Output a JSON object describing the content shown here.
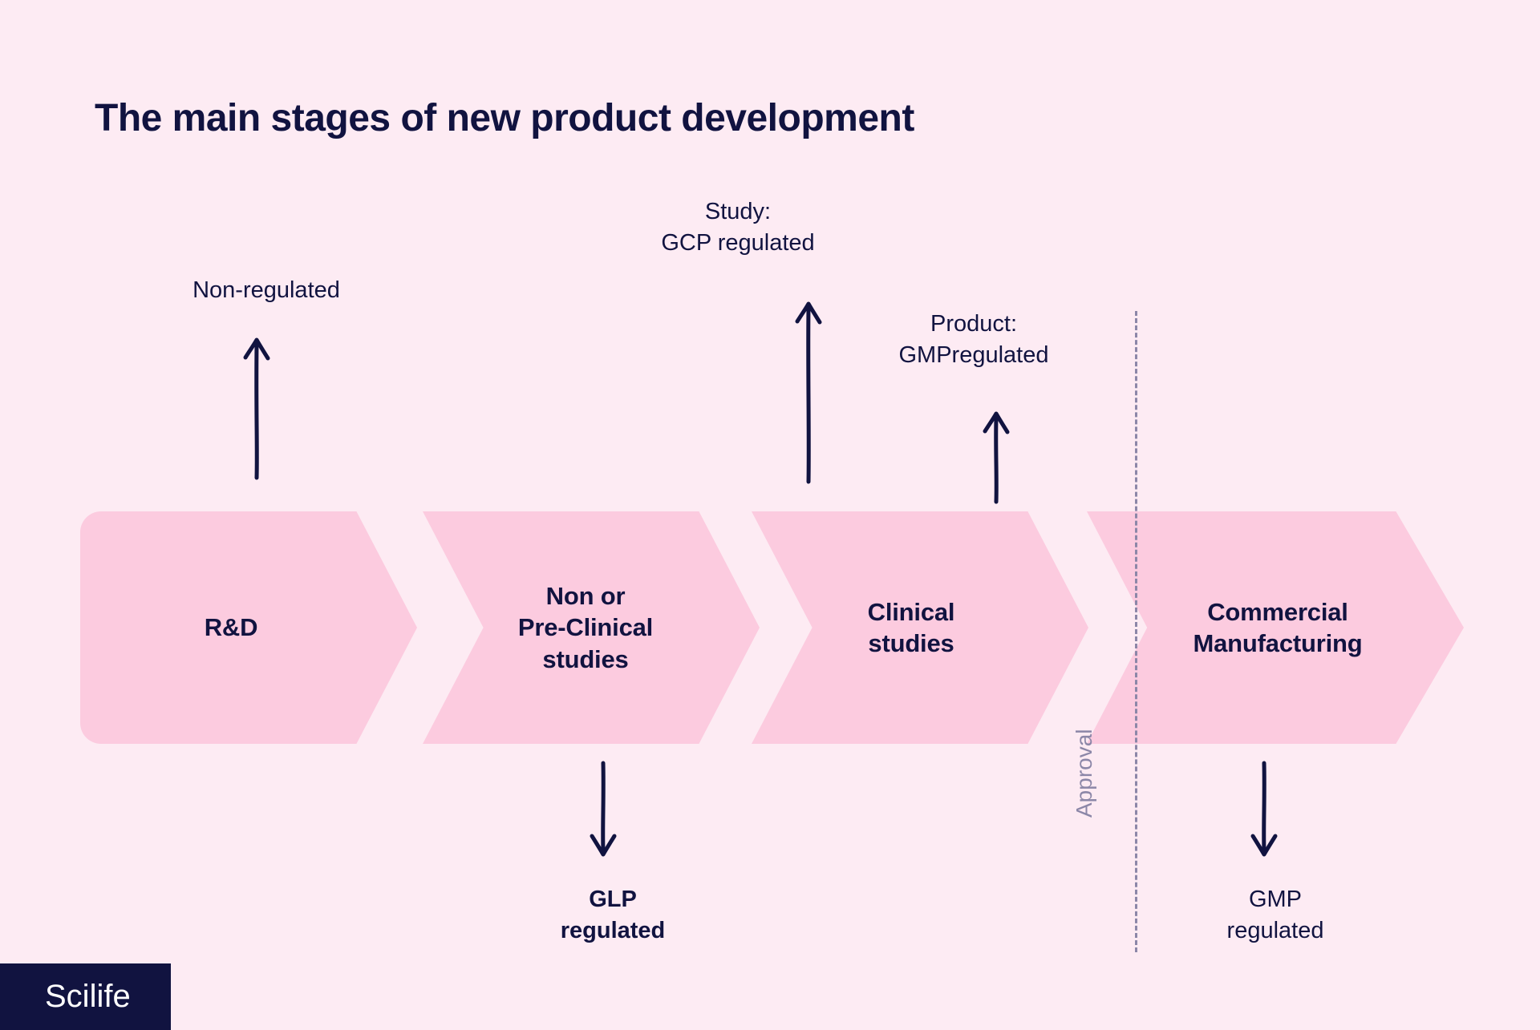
{
  "title": "The main stages of new product development",
  "colors": {
    "background": "#fdebf3",
    "chevron": "#fccbdf",
    "navy": "#111340",
    "muted": "#8c87a8",
    "logo_background": "#111340",
    "logo_text": "#ffffff"
  },
  "stages": [
    {
      "label": "R&D"
    },
    {
      "label": "Non or\nPre-Clinical\nstudies"
    },
    {
      "label": "Clinical\nstudies"
    },
    {
      "label": "Commercial\nManufacturing"
    }
  ],
  "annotations": {
    "non_regulated": "Non-regulated",
    "study_gcp": "Study:\nGCP regulated",
    "product_gmp": "Product:\nGMPregulated",
    "glp": "GLP\nregulated",
    "gmp": "GMP\nregulated"
  },
  "divider": {
    "label": "Approval"
  },
  "logo": {
    "text": "Scilife"
  }
}
